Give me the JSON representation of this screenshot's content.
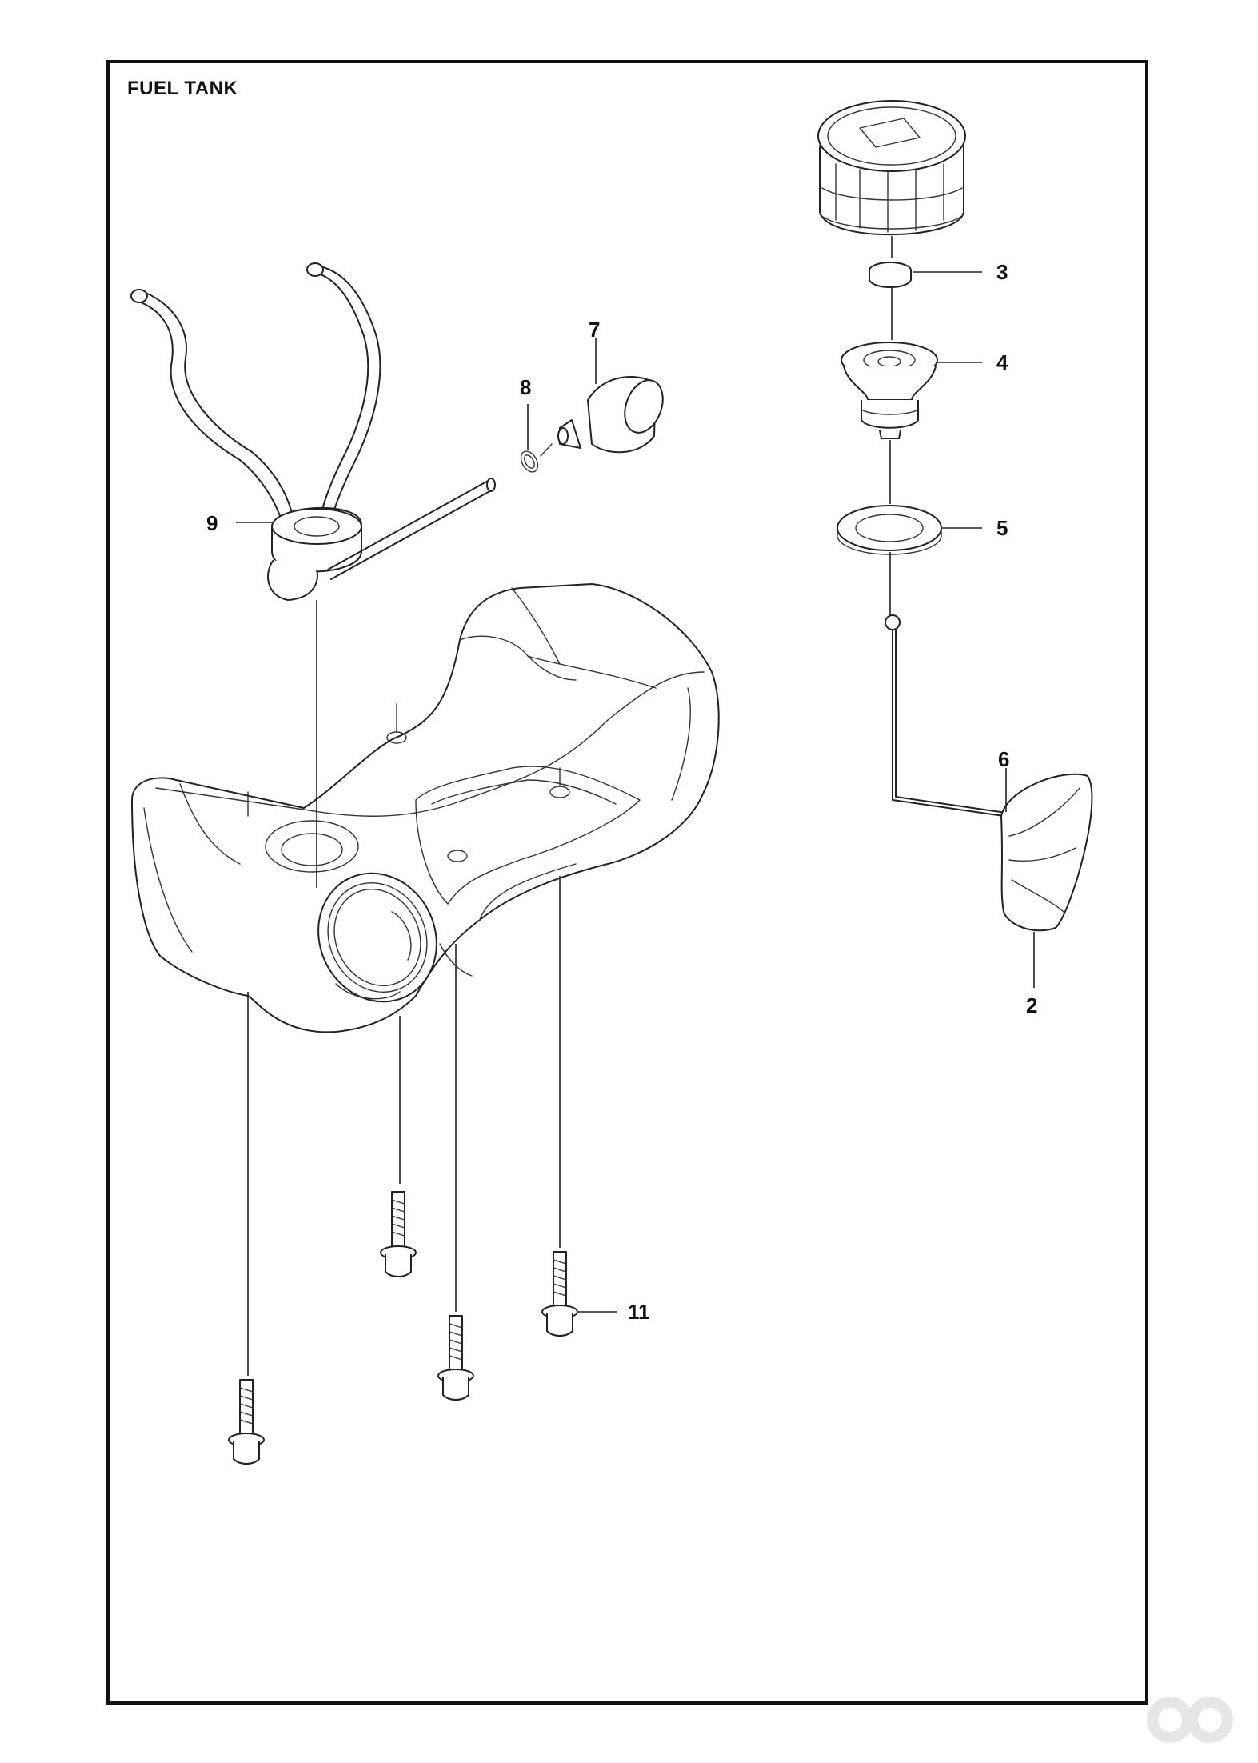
{
  "page": {
    "title": "FUEL TANK"
  },
  "callouts": [
    {
      "id": "3",
      "label": "3",
      "part": "fuel-cap-gasket"
    },
    {
      "id": "4",
      "label": "4",
      "part": "fuel-cap-vent-insert"
    },
    {
      "id": "5",
      "label": "5",
      "part": "tank-neck-seal-ring"
    },
    {
      "id": "6",
      "label": "6",
      "part": "fuel-line-retainer"
    },
    {
      "id": "2",
      "label": "2",
      "part": "fuel-pickup-grommet"
    },
    {
      "id": "7",
      "label": "7",
      "part": "fuel-filter"
    },
    {
      "id": "8",
      "label": "8",
      "part": "hose-clamp"
    },
    {
      "id": "9",
      "label": "9",
      "part": "fuel-hose-grommet"
    },
    {
      "id": "11",
      "label": "11",
      "part": "tank-mounting-screw"
    }
  ],
  "colors": {
    "line": "#222222",
    "frame": "#111111",
    "watermark": "#e6e6e6"
  }
}
